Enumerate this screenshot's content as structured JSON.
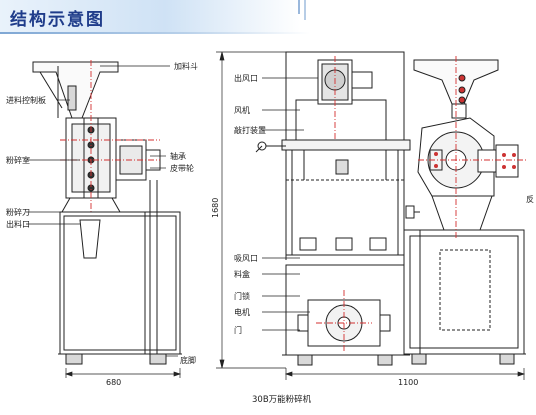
{
  "header": {
    "title": "结构示意图"
  },
  "labels": {
    "hopper": "加料斗",
    "feed_control_plate": "进料控制板",
    "crushing_chamber": "粉碎室",
    "bearing": "轴承",
    "pulley": "皮带轮",
    "crushing_knife": "粉碎刀",
    "discharge_port": "出料口",
    "base": "底脚",
    "air_outlet": "出风口",
    "fan": "风机",
    "rapping_device": "敲打装置",
    "suction_port": "吸风口",
    "material_tray": "料盒",
    "door_latch": "门锁",
    "motor": "电机",
    "door": "门"
  },
  "dimensions": {
    "width_left": "680",
    "height": "1680",
    "width_right": "1100"
  },
  "partial_label_right": "反",
  "caption": "30B万能粉碎机",
  "colors": {
    "line": "#222222",
    "accent": "#d32f2f",
    "header_text": "#1f3c8a"
  }
}
